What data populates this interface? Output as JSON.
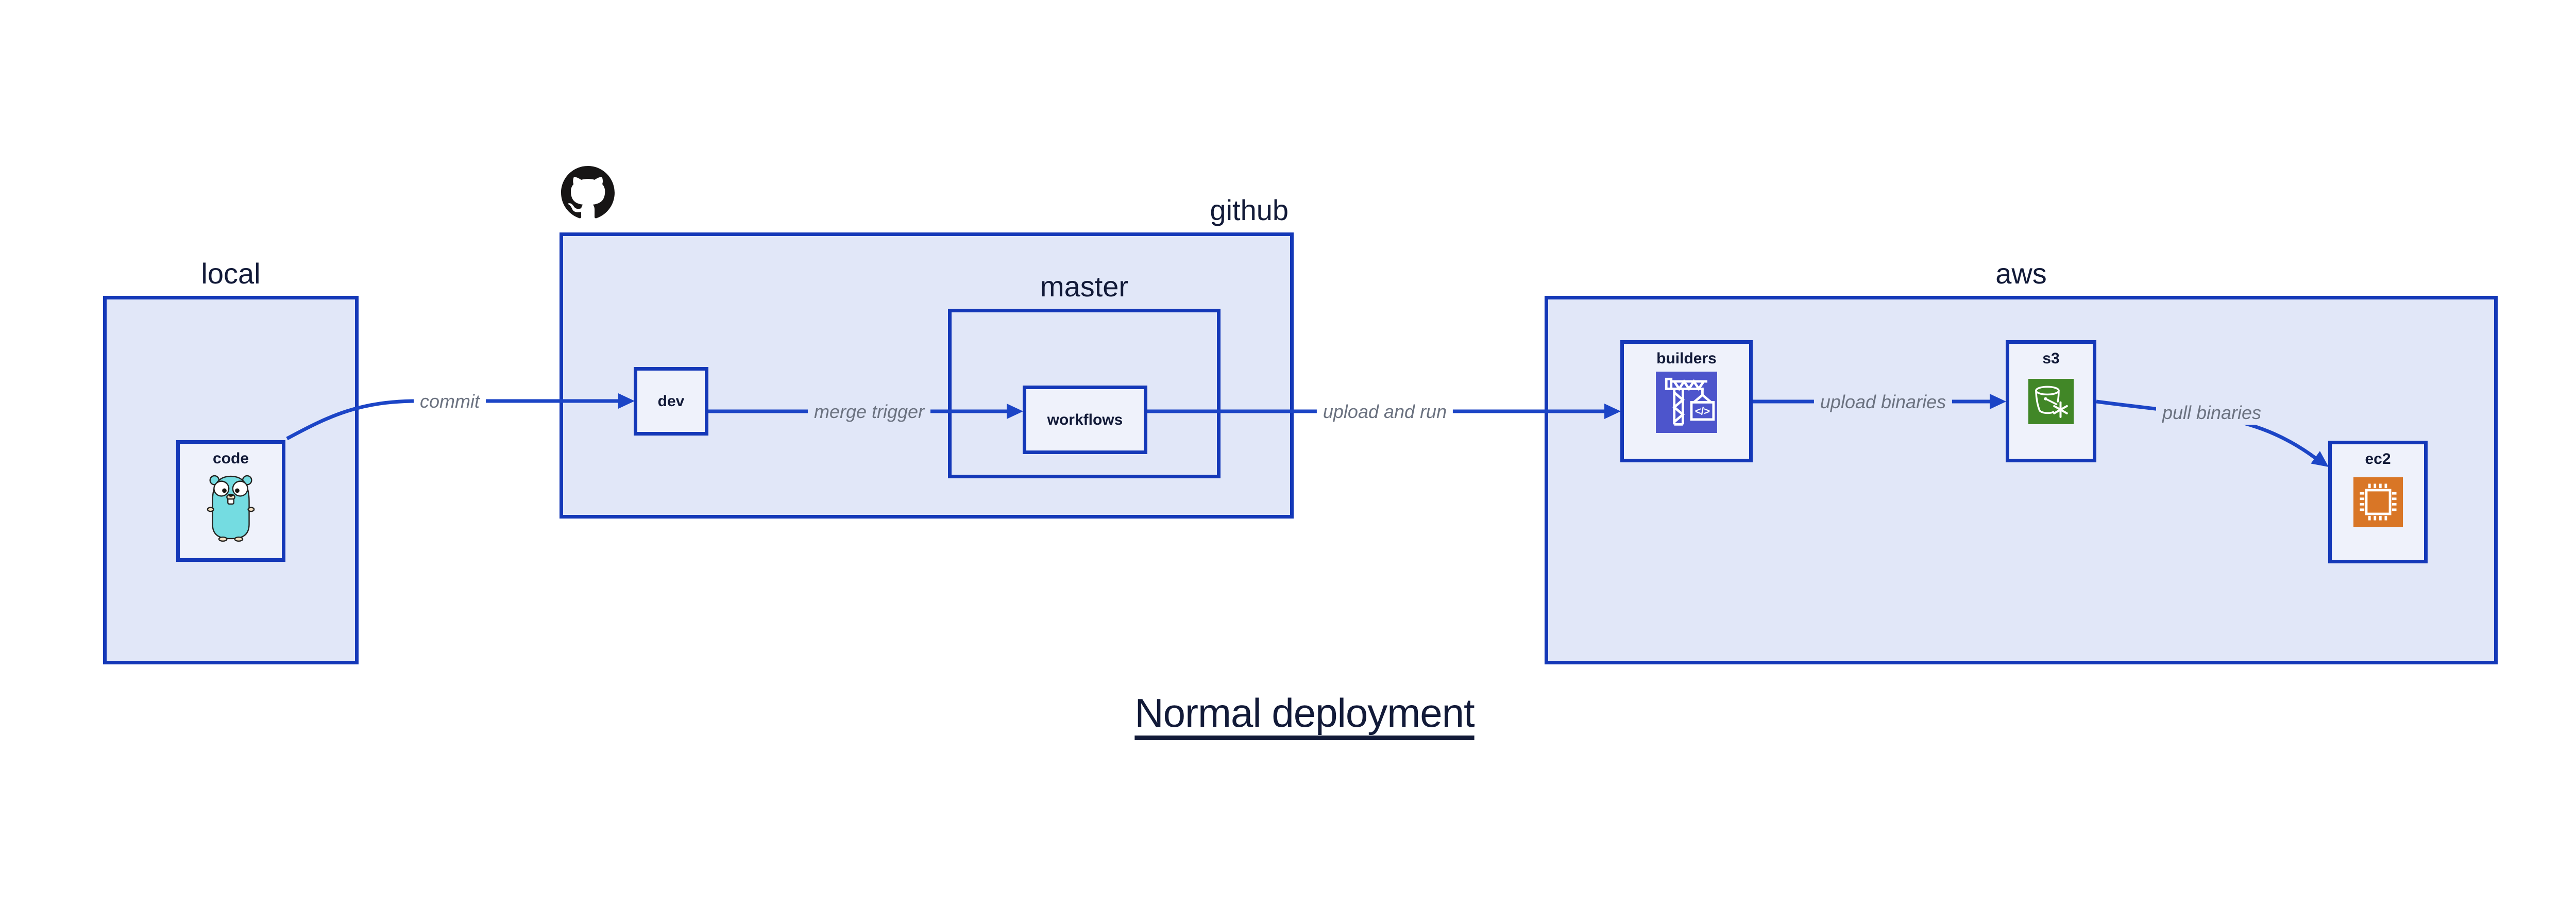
{
  "title": "Normal deployment",
  "containers": {
    "local": {
      "label": "local"
    },
    "github": {
      "label": "github"
    },
    "master": {
      "label": "master"
    },
    "aws": {
      "label": "aws"
    }
  },
  "nodes": {
    "code": {
      "label": "code",
      "icon": "go-gopher"
    },
    "dev": {
      "label": "dev"
    },
    "workflows": {
      "label": "workflows"
    },
    "builders": {
      "label": "builders",
      "icon": "aws-codebuild-crane"
    },
    "s3": {
      "label": "s3",
      "icon": "aws-s3-bucket-snowflake"
    },
    "ec2": {
      "label": "ec2",
      "icon": "aws-ec2-chip"
    }
  },
  "edges": [
    {
      "label": "commit",
      "from": "code",
      "to": "dev"
    },
    {
      "label": "merge trigger",
      "from": "dev",
      "to": "workflows"
    },
    {
      "label": "upload and run",
      "from": "workflows",
      "to": "builders"
    },
    {
      "label": "upload binaries",
      "from": "builders",
      "to": "s3"
    },
    {
      "label": "pull binaries",
      "from": "s3",
      "to": "ec2"
    }
  ],
  "icons": {
    "github_logo": "github-octocat",
    "codebuild_glyph": "</>"
  },
  "colors": {
    "border-blue": "#1438b8",
    "edge-blue": "#1c45c6",
    "container-fill": "#e1e7f8",
    "node-fill": "#eff2fb",
    "label-navy": "#121a38",
    "edge-label-gray": "#6b7280",
    "codebuild-indigo": "#4d55cc",
    "s3-green": "#418727",
    "ec2-orange": "#d97626",
    "gopher-teal": "#74dce1",
    "gopher-skin": "#f3dfc1",
    "github-black": "#171515"
  }
}
